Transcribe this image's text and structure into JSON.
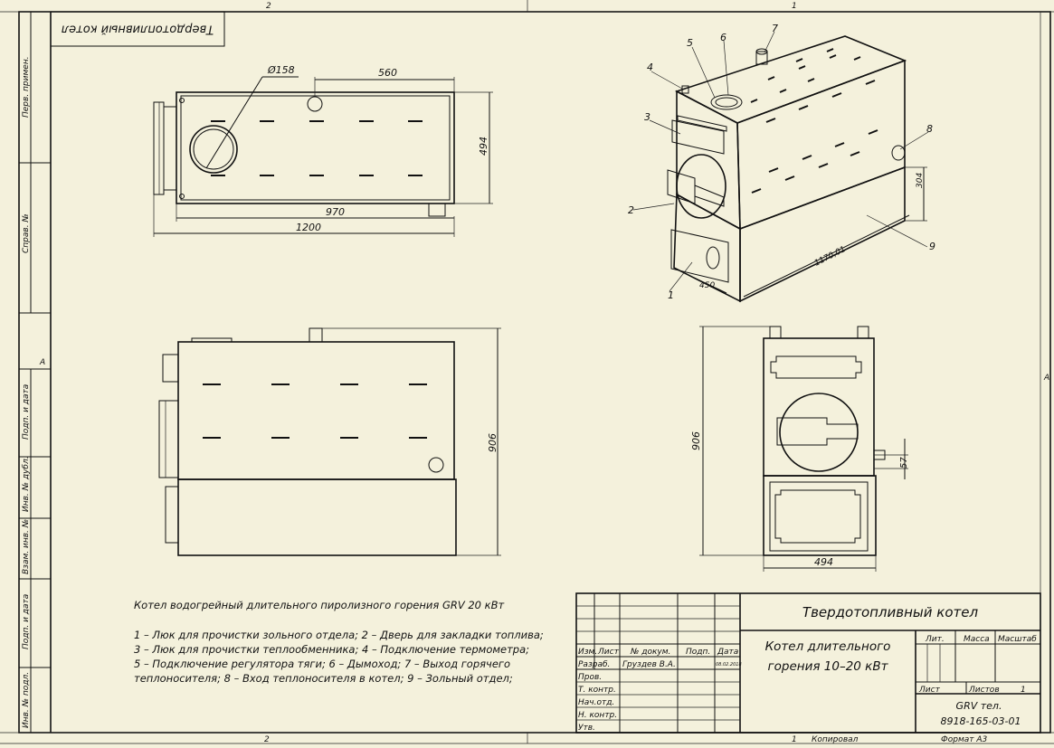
{
  "sheet": {
    "top_zones": [
      "2",
      "1"
    ],
    "bottom_zones": [
      "2",
      "1"
    ],
    "side_zone": "A",
    "side_zone_right": "A",
    "corner_label": "Твердотопливный котел",
    "side_fields": [
      "Перв. примен.",
      "Справ. №",
      "Подп. и дата",
      "Инв. № дубл.",
      "Взам. инв. №",
      "Подп. и дата",
      "Инв. № подл."
    ],
    "copied": "Копировал",
    "format": "Формат A3"
  },
  "dimensions": {
    "top_diameter": "Ø158",
    "top_560": "560",
    "top_494": "494",
    "top_970": "970",
    "top_1200": "1200",
    "side_906": "906",
    "front_906": "906",
    "front_494": "494",
    "front_57": "57",
    "iso_304": "304",
    "iso_450": "450",
    "iso_1170": "1170,01"
  },
  "callouts": [
    "1",
    "2",
    "3",
    "4",
    "5",
    "6",
    "7",
    "8",
    "9"
  ],
  "notes": {
    "title": "Котел водогрейный длительного пиролизного горения GRV 20 кВт",
    "lines": [
      "1 – Люк для прочистки зольного отдела; 2 – Дверь для закладки топлива;",
      "3 – Люк для прочистки теплообменника; 4 – Подключение термометра;",
      "5 – Подключение регулятора тяги; 6 – Дымоход; 7 – Выход горячего",
      "теплоносителя; 8 – Вход теплоносителя в котел; 9 – Зольный отдел;"
    ]
  },
  "title_block": {
    "name": "Твердотопливный котел",
    "desc_line1": "Котел длительного",
    "desc_line2": "горения 10–20 кВт",
    "col_izm": "Изм.",
    "col_list": "Лист",
    "col_doc": "№ докум.",
    "col_podp": "Подп.",
    "col_date": "Дата",
    "razrab": "Разраб.",
    "author": "Груздев В.А.",
    "date": "08.02.2018",
    "prov": "Пров.",
    "tkontr": "Т. контр.",
    "nachotd": "Нач.отд.",
    "nkontr": "Н. контр.",
    "utv": "Утв.",
    "lit": "Лит.",
    "massa": "Масса",
    "masshtab": "Масштаб",
    "list": "Лист",
    "listov": "Листов",
    "listov_val": "1",
    "code1": "GRV тел.",
    "code2": "8918-165-03-01"
  }
}
